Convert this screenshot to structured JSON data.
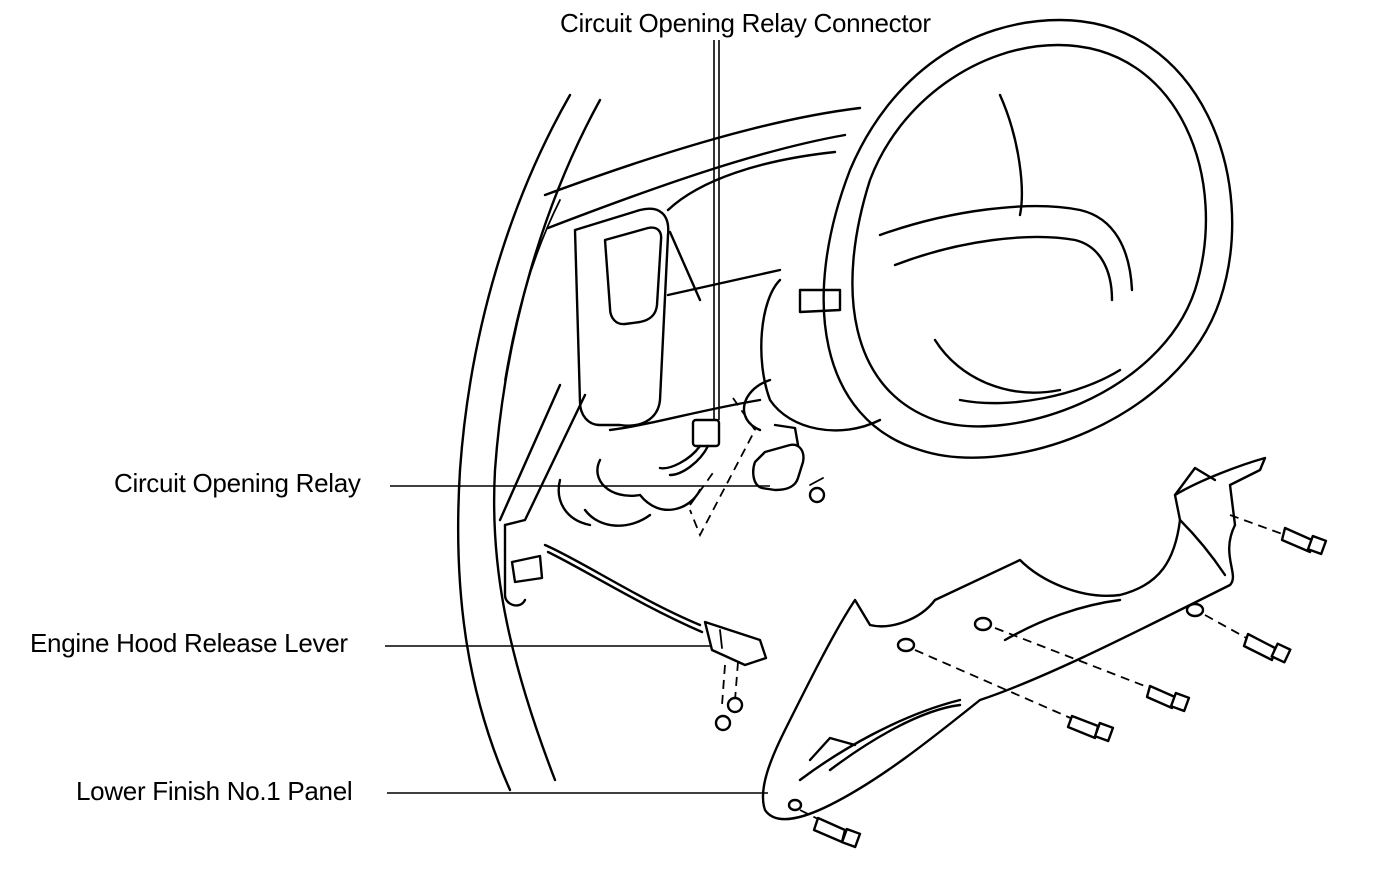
{
  "labels": {
    "relay_connector": "Circuit Opening Relay Connector",
    "relay": "Circuit Opening Relay",
    "hood_lever": "Engine Hood Release Lever",
    "lower_panel": "Lower Finish No.1 Panel"
  }
}
